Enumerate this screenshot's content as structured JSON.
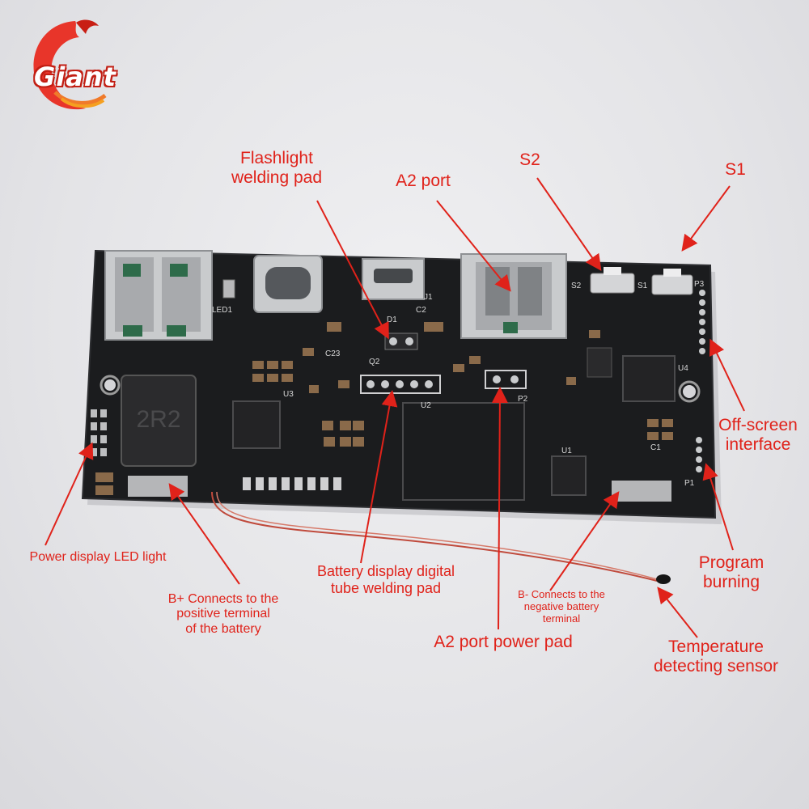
{
  "brand": {
    "logo_text": "Giant"
  },
  "board": {
    "silkscreen": {
      "inductor": "2R2",
      "led": "LED1",
      "u1": "U1",
      "u2": "U2",
      "u3": "U3",
      "u4": "U4",
      "j1": "J1",
      "d1": "D1",
      "p1": "P1",
      "p2": "P2",
      "p3": "P3",
      "s1": "S1",
      "s2": "S2",
      "q2": "Q2",
      "c23": "C23",
      "c2": "C2",
      "c1": "C1"
    }
  },
  "labels": {
    "flashlight": [
      "Flashlight",
      "welding pad"
    ],
    "a2_port": "A2 port",
    "s2": "S2",
    "s1": "S1",
    "off_screen": [
      "Off-screen",
      "interface"
    ],
    "power_led": "Power display LED light",
    "b_plus": [
      "B+ Connects to the",
      "positive terminal",
      "of the battery"
    ],
    "battery_display": [
      "Battery display digital",
      "tube welding pad"
    ],
    "b_minus": [
      "B- Connects to the",
      "negative battery",
      "terminal"
    ],
    "a2_power": "A2 port power pad",
    "program": [
      "Program",
      "burning"
    ],
    "temp_sensor": [
      "Temperature",
      "detecting sensor"
    ]
  },
  "colors": {
    "label_red": "#e0221a",
    "pcb": "#1b1c1e",
    "metal": "#c9cbcd",
    "wire": "#c04a3c"
  }
}
